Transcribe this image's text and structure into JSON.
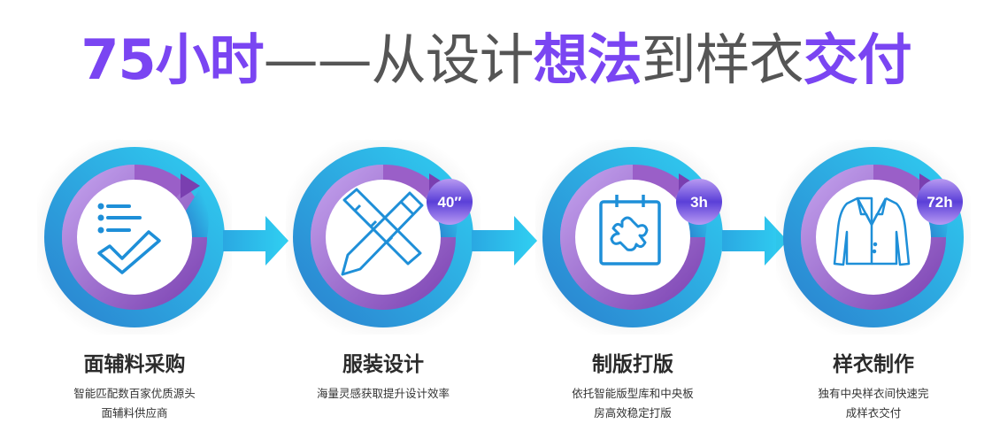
{
  "headline": {
    "parts": [
      {
        "text": "75小时",
        "style": "highlight"
      },
      {
        "text": "——从设计",
        "style": "normal"
      },
      {
        "text": "想法",
        "style": "highlight"
      },
      {
        "text": "到样衣",
        "style": "normal"
      },
      {
        "text": "交付",
        "style": "highlight"
      }
    ]
  },
  "colors": {
    "accent": "#7a45f2",
    "ring_blue": "#2bb8ea",
    "ring_purple": "#9b6fd6",
    "icon": "#1e8fd8"
  },
  "steps": [
    {
      "title": "面辅料采购",
      "desc_lines": [
        "智能匹配数百家优质源头",
        "面辅料供应商"
      ],
      "badge": null,
      "icon": "checklist-icon"
    },
    {
      "title": "服装设计",
      "desc_lines": [
        "海量灵感获取提升设计效率"
      ],
      "badge": "40″",
      "icon": "pencil-ruler-icon"
    },
    {
      "title": "制版打版",
      "desc_lines": [
        "依托智能版型库和中央板",
        "房高效稳定打版"
      ],
      "badge": "3h",
      "icon": "calendar-puzzle-icon"
    },
    {
      "title": "样衣制作",
      "desc_lines": [
        "独有中央样衣间快速完",
        "成样衣交付"
      ],
      "badge": "72h",
      "icon": "jacket-icon"
    }
  ]
}
